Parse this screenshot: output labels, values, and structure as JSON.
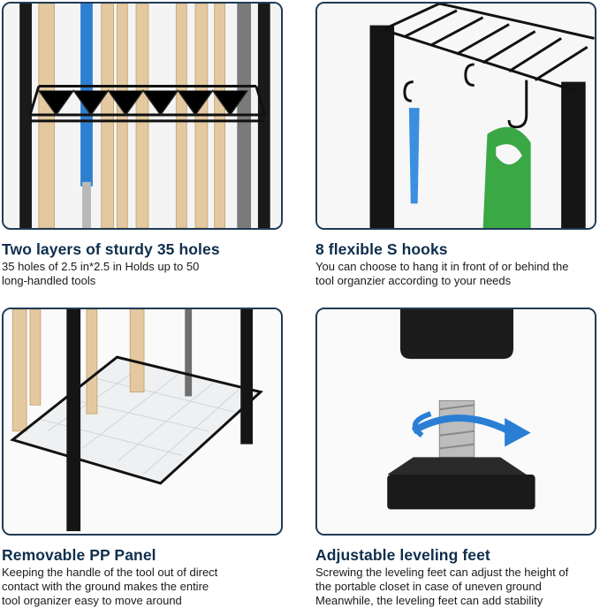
{
  "features": [
    {
      "title": "Two layers of sturdy 35 holes",
      "lines": [
        "35 holes of 2.5 in*2.5 in Holds up to 50",
        "long-handled tools"
      ]
    },
    {
      "title": "8 flexible S hooks",
      "lines": [
        "You can choose to hang it in front of or behind the",
        "tool organzier according to your needs"
      ]
    },
    {
      "title": "Removable PP Panel",
      "lines": [
        "Keeping the handle of the tool out of direct",
        "contact with the ground makes the entire",
        "tool organizer easy to move around"
      ]
    },
    {
      "title": "Adjustable leveling feet",
      "lines": [
        "Screwing the leveling feet can adjust the height of",
        "the portable closet in case of uneven ground",
        "Meanwhile, the leveling feet can add stability"
      ]
    }
  ],
  "colors": {
    "heading": "#0f2e4c",
    "border": "#1f3b55",
    "accent_blue": "#2a7fd4",
    "accent_green": "#3aa845"
  }
}
